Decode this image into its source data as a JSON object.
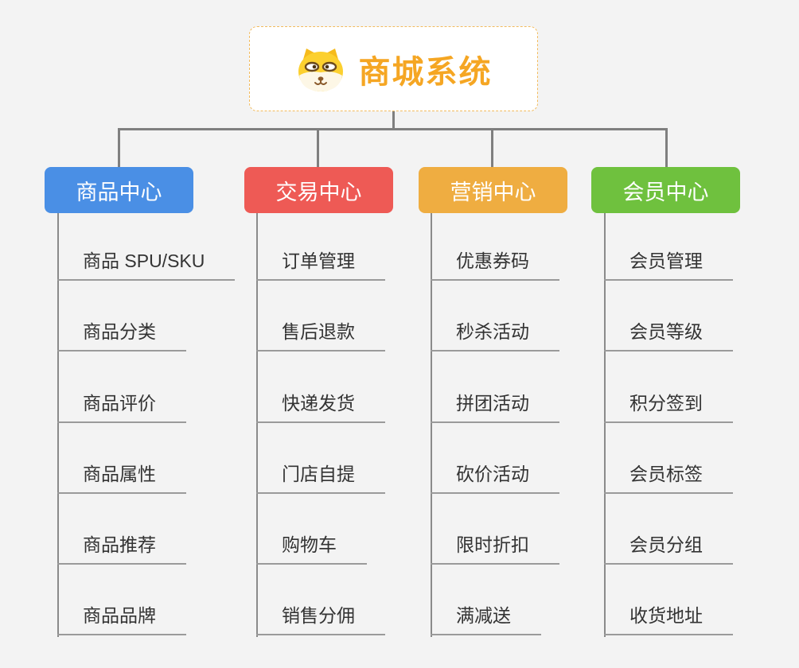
{
  "root": {
    "title": "商城系统",
    "icon": "dog-face-icon",
    "text_color": "#f5a623",
    "border_color": "#f2bb5e",
    "background": "#ffffff"
  },
  "canvas": {
    "background": "#f3f3f3",
    "connector_color": "#7f7f7f",
    "leaf_line_color": "#9a9a9a",
    "leaf_text_color": "#333333"
  },
  "branches": [
    {
      "label": "商品中心",
      "color": "#4a8fe5",
      "items": [
        "商品 SPU/SKU",
        "商品分类",
        "商品评价",
        "商品属性",
        "商品推荐",
        "商品品牌"
      ]
    },
    {
      "label": "交易中心",
      "color": "#ee5a55",
      "items": [
        "订单管理",
        "售后退款",
        "快递发货",
        "门店自提",
        "购物车",
        "销售分佣"
      ]
    },
    {
      "label": "营销中心",
      "color": "#efad41",
      "items": [
        "优惠券码",
        "秒杀活动",
        "拼团活动",
        "砍价活动",
        "限时折扣",
        "满减送"
      ]
    },
    {
      "label": "会员中心",
      "color": "#6fc13e",
      "items": [
        "会员管理",
        "会员等级",
        "积分签到",
        "会员标签",
        "会员分组",
        "收货地址"
      ]
    }
  ]
}
